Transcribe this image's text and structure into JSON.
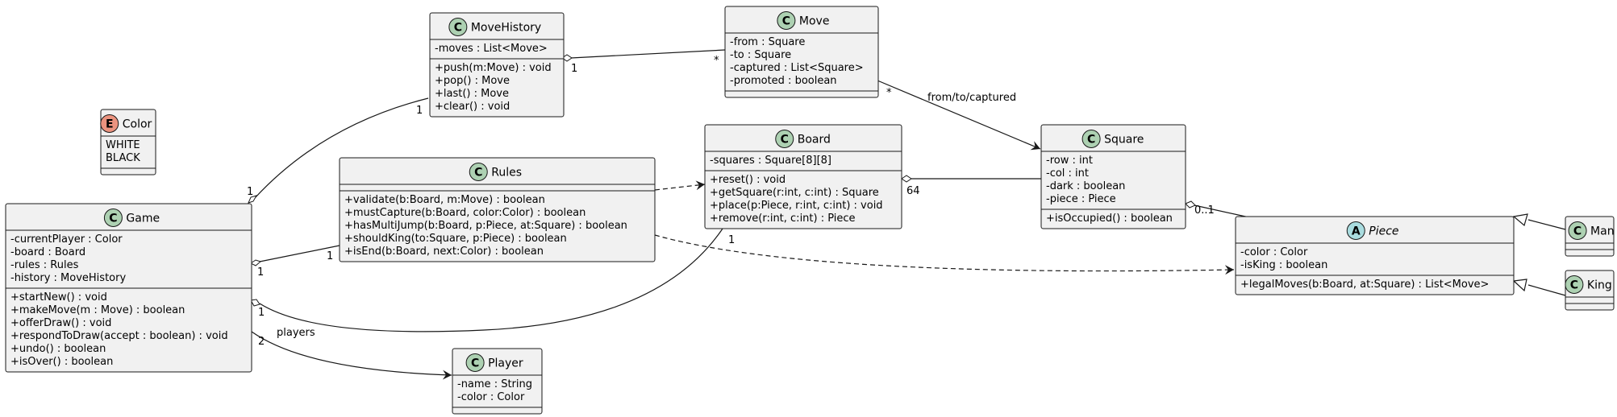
{
  "classes": {
    "color": {
      "stereotype": "E",
      "name": "Color",
      "attributes": [
        "WHITE",
        "BLACK"
      ],
      "methods": []
    },
    "movehistory": {
      "stereotype": "C",
      "name": "MoveHistory",
      "attributes": [
        "-moves : List<Move>"
      ],
      "methods": [
        "+push(m:Move) : void",
        "+pop() : Move",
        "+last() : Move",
        "+clear() : void"
      ]
    },
    "move": {
      "stereotype": "C",
      "name": "Move",
      "attributes": [
        "-from : Square",
        "-to : Square",
        "-captured : List<Square>",
        "-promoted : boolean"
      ],
      "methods": []
    },
    "board": {
      "stereotype": "C",
      "name": "Board",
      "attributes": [
        "-squares : Square[8][8]"
      ],
      "methods": [
        "+reset() : void",
        "+getSquare(r:int, c:int) : Square",
        "+place(p:Piece, r:int, c:int) : void",
        "+remove(r:int, c:int) : Piece"
      ]
    },
    "rules": {
      "stereotype": "C",
      "name": "Rules",
      "attributes": [],
      "methods": [
        "+validate(b:Board, m:Move) : boolean",
        "+mustCapture(b:Board, color:Color) : boolean",
        "+hasMultiJump(b:Board, p:Piece, at:Square) : boolean",
        "+shouldKing(to:Square, p:Piece) : boolean",
        "+isEnd(b:Board, next:Color) : boolean"
      ]
    },
    "square": {
      "stereotype": "C",
      "name": "Square",
      "attributes": [
        "-row : int",
        "-col : int",
        "-dark : boolean",
        "-piece : Piece"
      ],
      "methods": [
        "+isOccupied() : boolean"
      ]
    },
    "game": {
      "stereotype": "C",
      "name": "Game",
      "attributes": [
        "-currentPlayer : Color",
        "-board : Board",
        "-rules : Rules",
        "-history : MoveHistory"
      ],
      "methods": [
        "+startNew() : void",
        "+makeMove(m : Move) : boolean",
        "+offerDraw() : void",
        "+respondToDraw(accept : boolean) : void",
        "+undo() : boolean",
        "+isOver() : boolean"
      ]
    },
    "piece": {
      "stereotype": "A",
      "name": "Piece",
      "attributes": [
        "-color : Color",
        "-isKing : boolean"
      ],
      "methods": [
        "+legalMoves(b:Board, at:Square) : List<Move>"
      ]
    },
    "man": {
      "stereotype": "C",
      "name": "Man",
      "attributes": [],
      "methods": []
    },
    "king": {
      "stereotype": "C",
      "name": "King",
      "attributes": [],
      "methods": []
    },
    "player": {
      "stereotype": "C",
      "name": "Player",
      "attributes": [
        "-name : String",
        "-color : Color"
      ],
      "methods": []
    }
  },
  "labels": {
    "mh_move_1": "1",
    "mh_move_star": "*",
    "move_square_star": "*",
    "move_square_role": "from/to/captured",
    "game_mh_1a": "1",
    "game_mh_1b": "1",
    "game_rules_1a": "1",
    "game_rules_1b": "1",
    "game_board_1a": "1",
    "game_board_1b": "1",
    "board_square_64": "64",
    "square_piece_01": "0..1",
    "game_player_2": "2",
    "game_player_role": "players"
  },
  "colors": {
    "box_fill": "#f1f1f1",
    "box_stroke": "#181818",
    "class_circle": "#add1b2",
    "abstract_circle": "#a9dcdf",
    "enum_circle": "#eb937f"
  }
}
